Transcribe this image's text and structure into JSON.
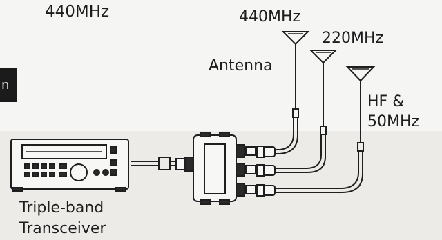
{
  "labels": {
    "top_freq": "440MHz",
    "antenna_440": "440MHz",
    "antenna_220": "220MHz",
    "antenna": "Antenna",
    "antenna_hf_line1": "HF &",
    "antenna_hf_line2": "50MHz",
    "transceiver_line1": "Triple-band",
    "transceiver_line2": "Transceiver",
    "edge_tab": "n"
  },
  "icons": {
    "antenna": "antenna-icon",
    "transceiver": "transceiver-icon",
    "splitter": "triplexer-icon"
  }
}
